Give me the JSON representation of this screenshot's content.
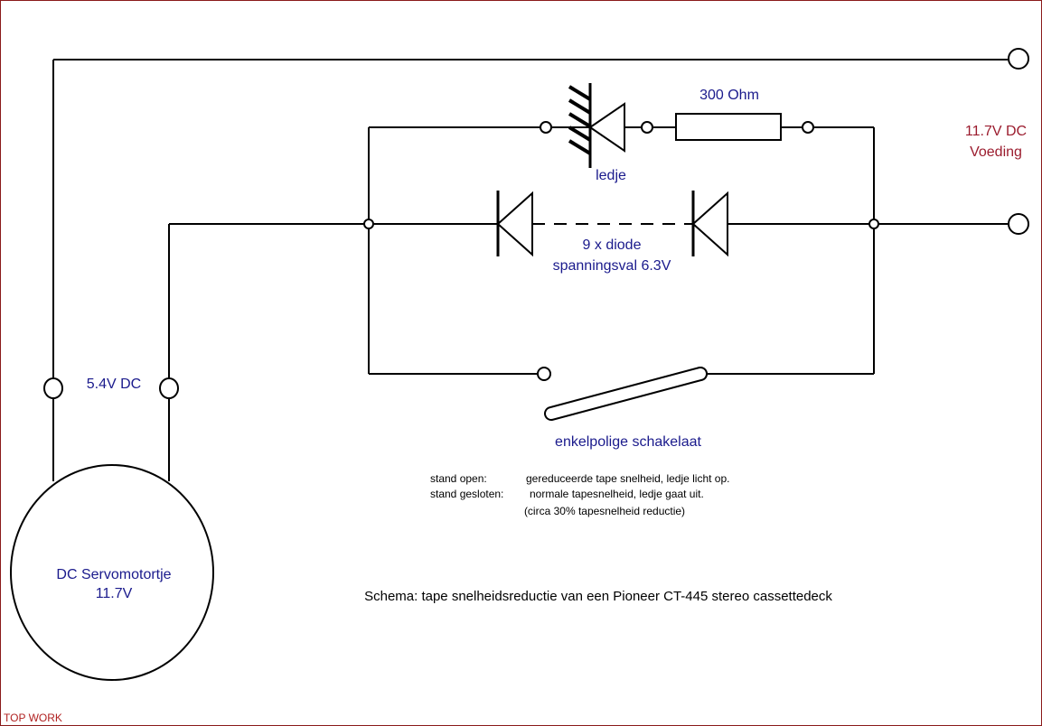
{
  "labels": {
    "resistor": "300 Ohm",
    "supply_line1": "11.7V DC",
    "supply_line2": "Voeding",
    "led": "ledje",
    "diodes_line1": "9 x diode",
    "diodes_line2": "spanningsval 6.3V",
    "motor_voltage": "5.4V DC",
    "switch": "enkelpolige schakelaat",
    "motor_line1": "DC Servomotortje",
    "motor_line2": "11.7V",
    "title": "Schema: tape snelheidsreductie van een Pioneer CT-445 stereo cassettedeck",
    "footer": "TOP WORK"
  },
  "notes": {
    "open_key": "stand open:",
    "open_value": "gereduceerde tape snelheid, ledje licht op.",
    "closed_key": "stand gesloten:",
    "closed_value": "normale tapesnelheid, ledje gaat uit.",
    "reduction": "(circa 30% tapesnelheid reductie)"
  },
  "colors": {
    "blue_text": "#1a1a8c",
    "red_text": "#9b1c2e",
    "wire": "#000000",
    "border": "#8b1a1a"
  }
}
